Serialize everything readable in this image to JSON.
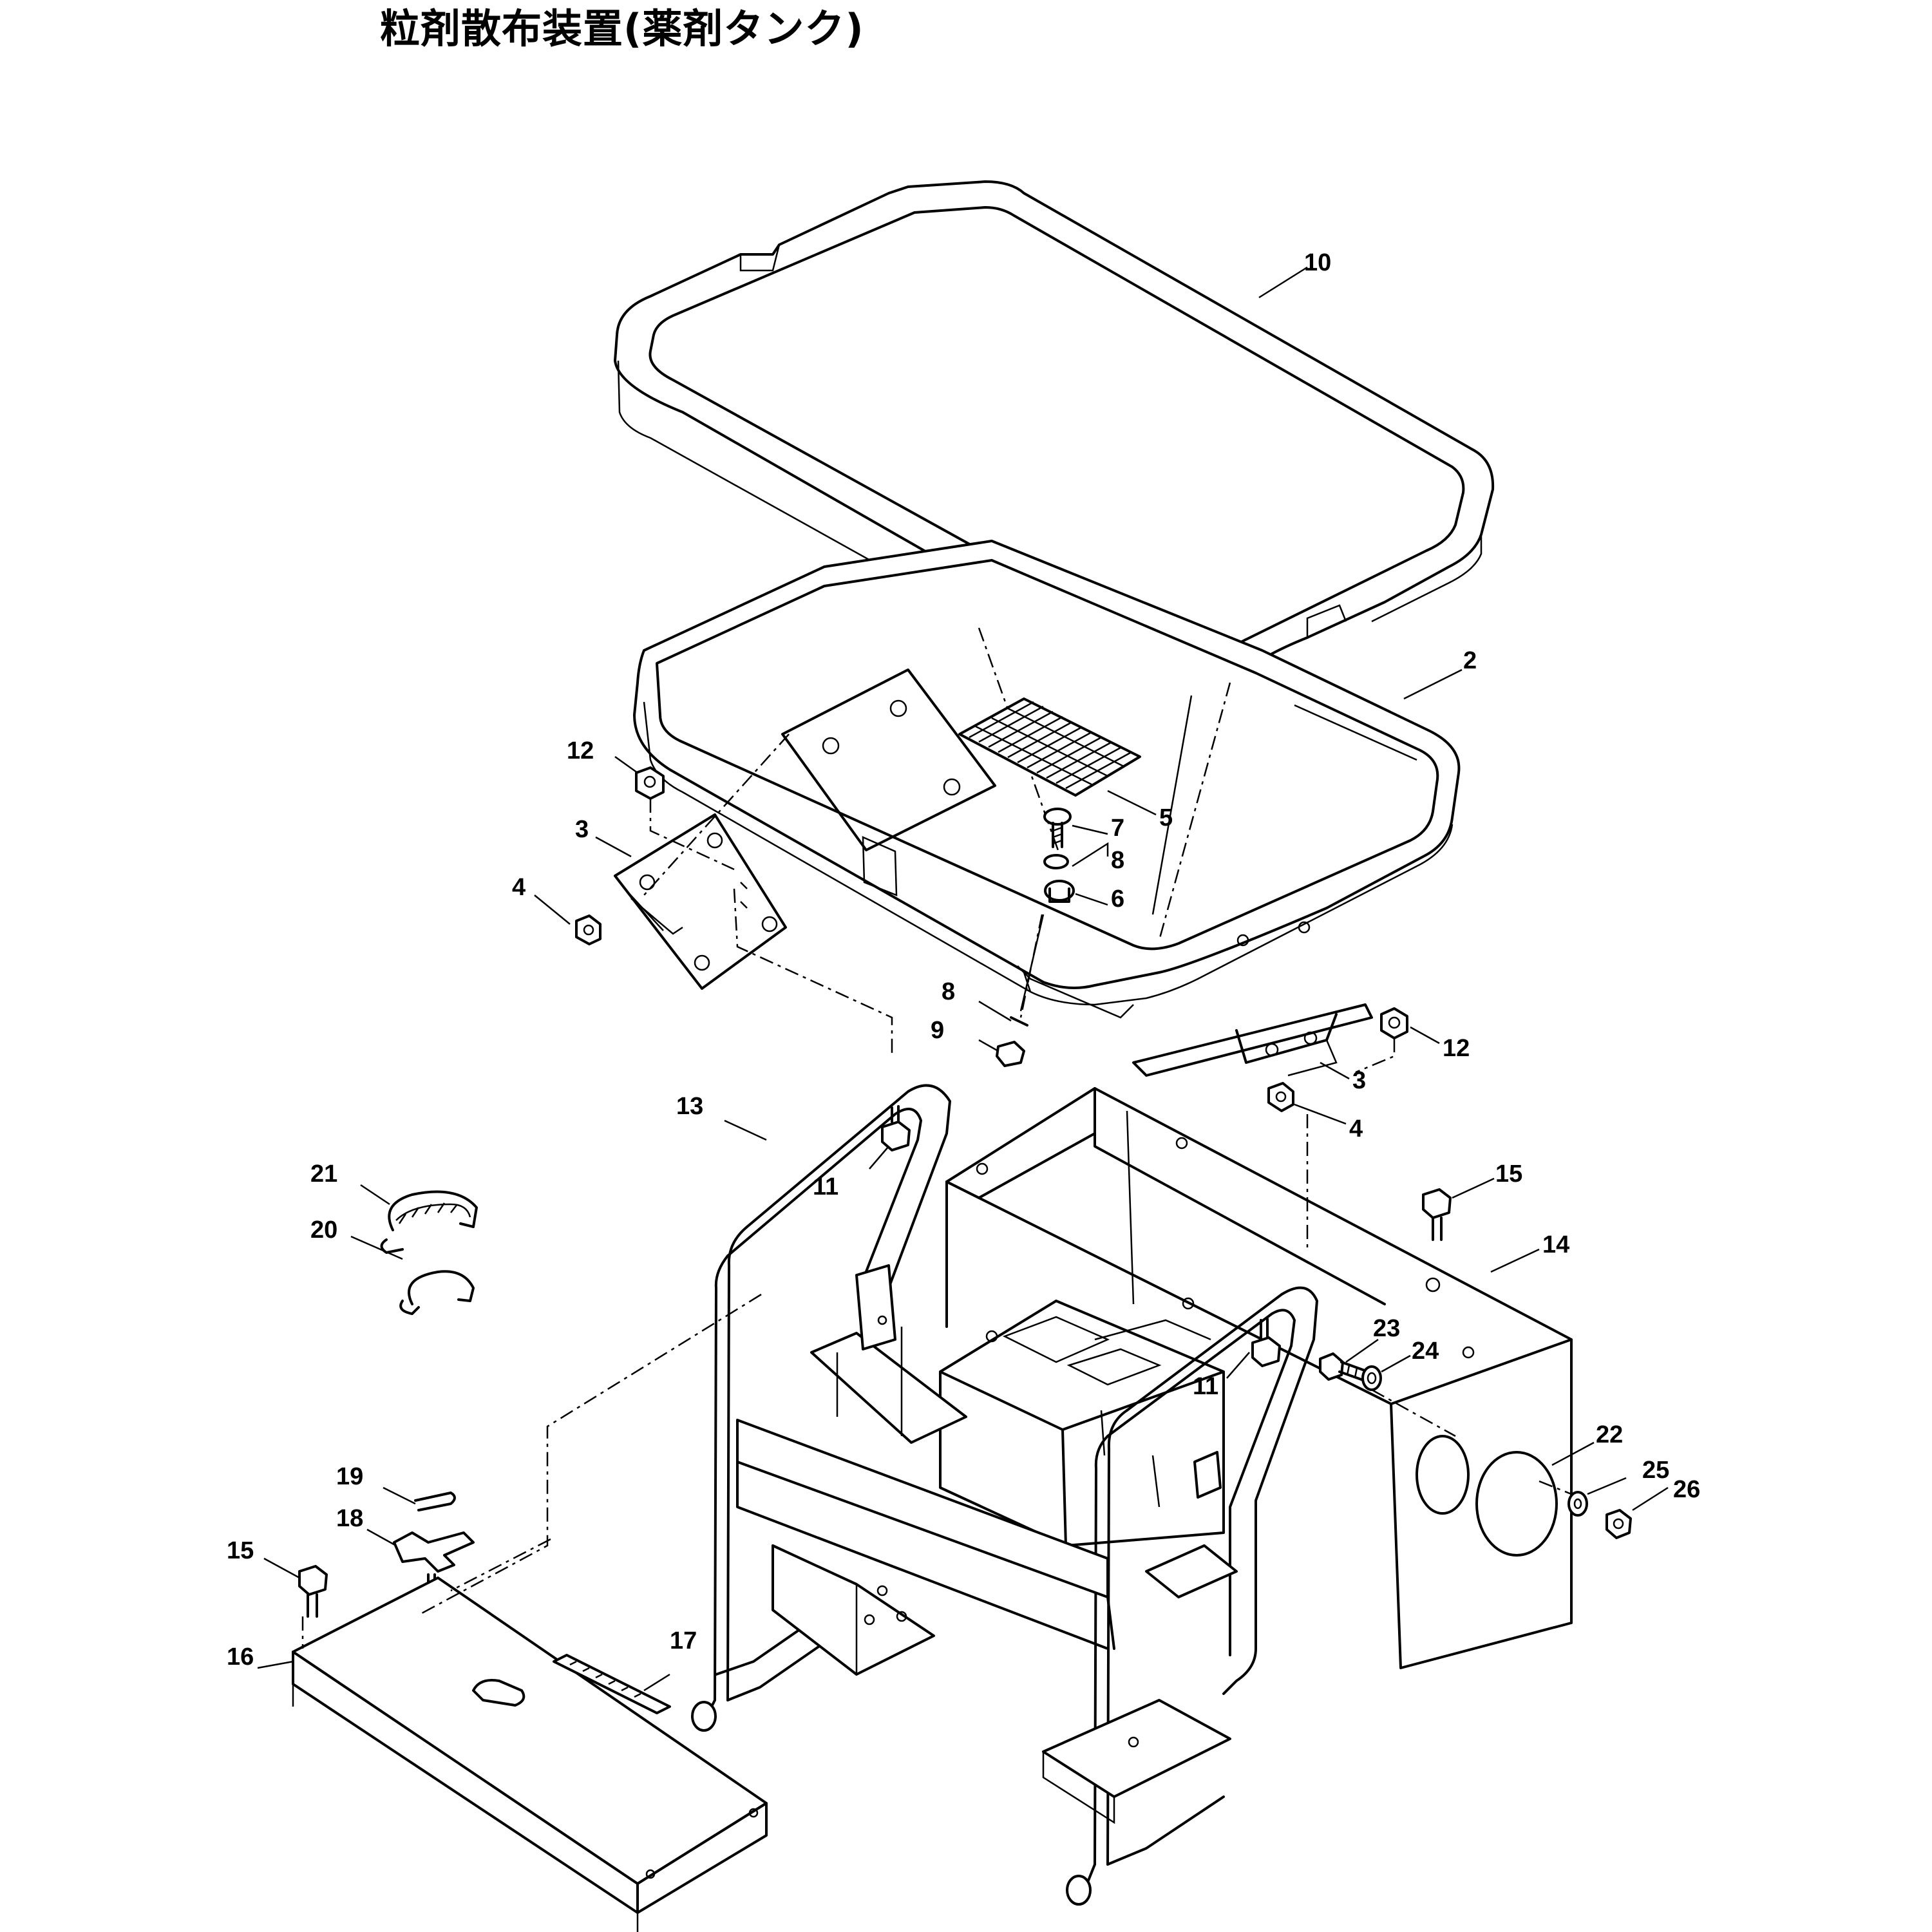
{
  "title": "粒剤散布装置(薬剤タンク)",
  "callouts": [
    {
      "id": "lbl-10",
      "text": "10"
    },
    {
      "id": "lbl-2",
      "text": "2"
    },
    {
      "id": "lbl-12a",
      "text": "12"
    },
    {
      "id": "lbl-3a",
      "text": "3"
    },
    {
      "id": "lbl-4a",
      "text": "4"
    },
    {
      "id": "lbl-5",
      "text": "5"
    },
    {
      "id": "lbl-7",
      "text": "7"
    },
    {
      "id": "lbl-8a",
      "text": "8"
    },
    {
      "id": "lbl-6",
      "text": "6"
    },
    {
      "id": "lbl-8b",
      "text": "8"
    },
    {
      "id": "lbl-9",
      "text": "9"
    },
    {
      "id": "lbl-12b",
      "text": "12"
    },
    {
      "id": "lbl-3b",
      "text": "3"
    },
    {
      "id": "lbl-4b",
      "text": "4"
    },
    {
      "id": "lbl-13",
      "text": "13"
    },
    {
      "id": "lbl-11a",
      "text": "11"
    },
    {
      "id": "lbl-21",
      "text": "21"
    },
    {
      "id": "lbl-20",
      "text": "20"
    },
    {
      "id": "lbl-15a",
      "text": "15"
    },
    {
      "id": "lbl-14",
      "text": "14"
    },
    {
      "id": "lbl-23",
      "text": "23"
    },
    {
      "id": "lbl-24",
      "text": "24"
    },
    {
      "id": "lbl-11b",
      "text": "11"
    },
    {
      "id": "lbl-22",
      "text": "22"
    },
    {
      "id": "lbl-25",
      "text": "25"
    },
    {
      "id": "lbl-26",
      "text": "26"
    },
    {
      "id": "lbl-19",
      "text": "19"
    },
    {
      "id": "lbl-18",
      "text": "18"
    },
    {
      "id": "lbl-15b",
      "text": "15"
    },
    {
      "id": "lbl-16",
      "text": "16"
    },
    {
      "id": "lbl-17",
      "text": "17"
    }
  ]
}
